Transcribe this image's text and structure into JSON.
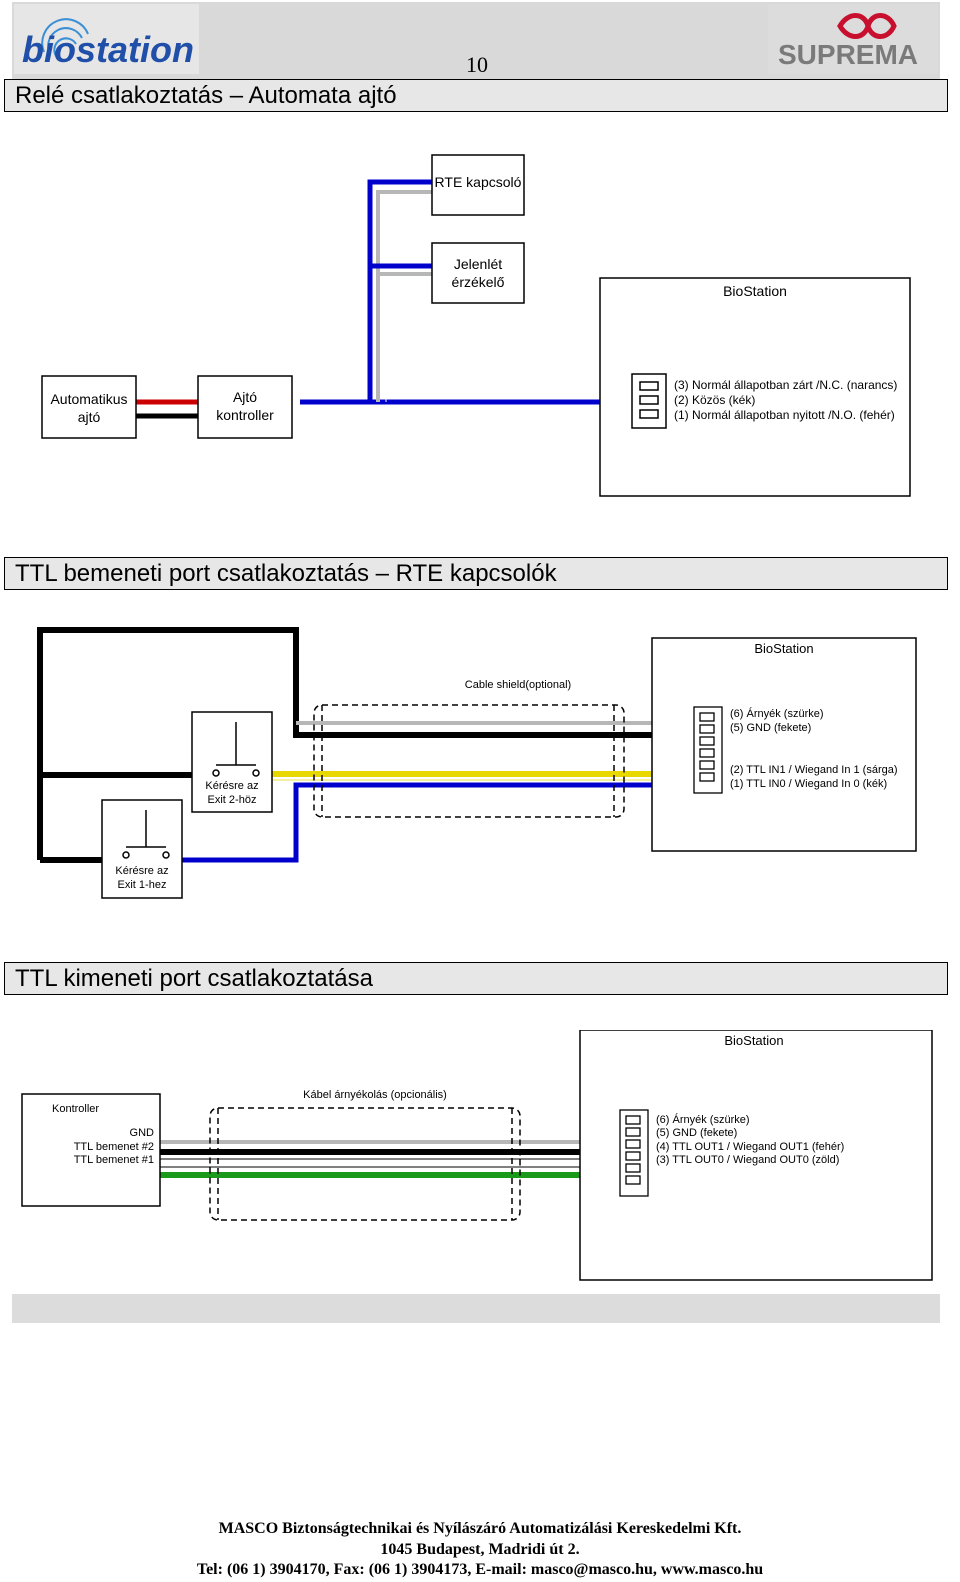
{
  "header": {
    "left_logo": "biostation",
    "right_logo": "SUPREMA",
    "page_number": "10",
    "colors": {
      "biostation_blue": "#1f4fa8",
      "suprema_red": "#c8102e",
      "suprema_gray": "#7a7a7a"
    }
  },
  "sections": [
    {
      "title": "Relé csatlakoztatás – Automata ajtó",
      "diagram": {
        "rte_switch": "RTE kapcsoló",
        "presence_sensor_line1": "Jelenlét",
        "presence_sensor_line2": "érzékelő",
        "auto_door_line1": "Automatikus",
        "auto_door_line2": "ajtó",
        "door_controller_line1": "Ajtó",
        "door_controller_line2": "kontroller",
        "device": "BioStation",
        "pins": [
          "(3) Normál állapotban zárt /N.C. (narancs)",
          "(2) Közös (kék)",
          "(1) Normál állapotban nyitott /N.O. (fehér)"
        ]
      }
    },
    {
      "title": "TTL bemeneti port csatlakoztatás – RTE kapcsolók",
      "diagram": {
        "device": "BioStation",
        "shield": "Cable shield(optional)",
        "exit2_line1": "Kérésre az",
        "exit2_line2": "Exit 2-höz",
        "exit1_line1": "Kérésre az",
        "exit1_line2": "Exit 1-hez",
        "pins": [
          "(6) Árnyék (szürke)",
          "(5) GND (fekete)",
          "(2) TTL IN1 / Wiegand In 1 (sárga)",
          "(1) TTL IN0 / Wiegand In 0 (kék)"
        ]
      }
    },
    {
      "title": "TTL kimeneti port csatlakoztatása",
      "diagram": {
        "device": "BioStation",
        "shield": "Kábel árnyékolás (opcionális)",
        "controller": "Kontroller",
        "controller_labels": [
          "GND",
          "TTL bemenet #2",
          "TTL bemenet #1"
        ],
        "pins": [
          "(6) Árnyék (szürke)",
          "(5) GND (fekete)",
          "(4) TTL OUT1 / Wiegand OUT1 (fehér)",
          "(3) TTL OUT0 / Wiegand OUT0 (zöld)"
        ]
      }
    }
  ],
  "footer": {
    "line1": "MASCO Biztonságtechnikai és Nyílászáró Automatizálási Kereskedelmi Kft.",
    "line2": "1045 Budapest, Madridi út 2.",
    "line3": "Tel: (06 1) 3904170, Fax: (06 1) 3904173, E-mail: masco@masco.hu, www.masco.hu"
  }
}
